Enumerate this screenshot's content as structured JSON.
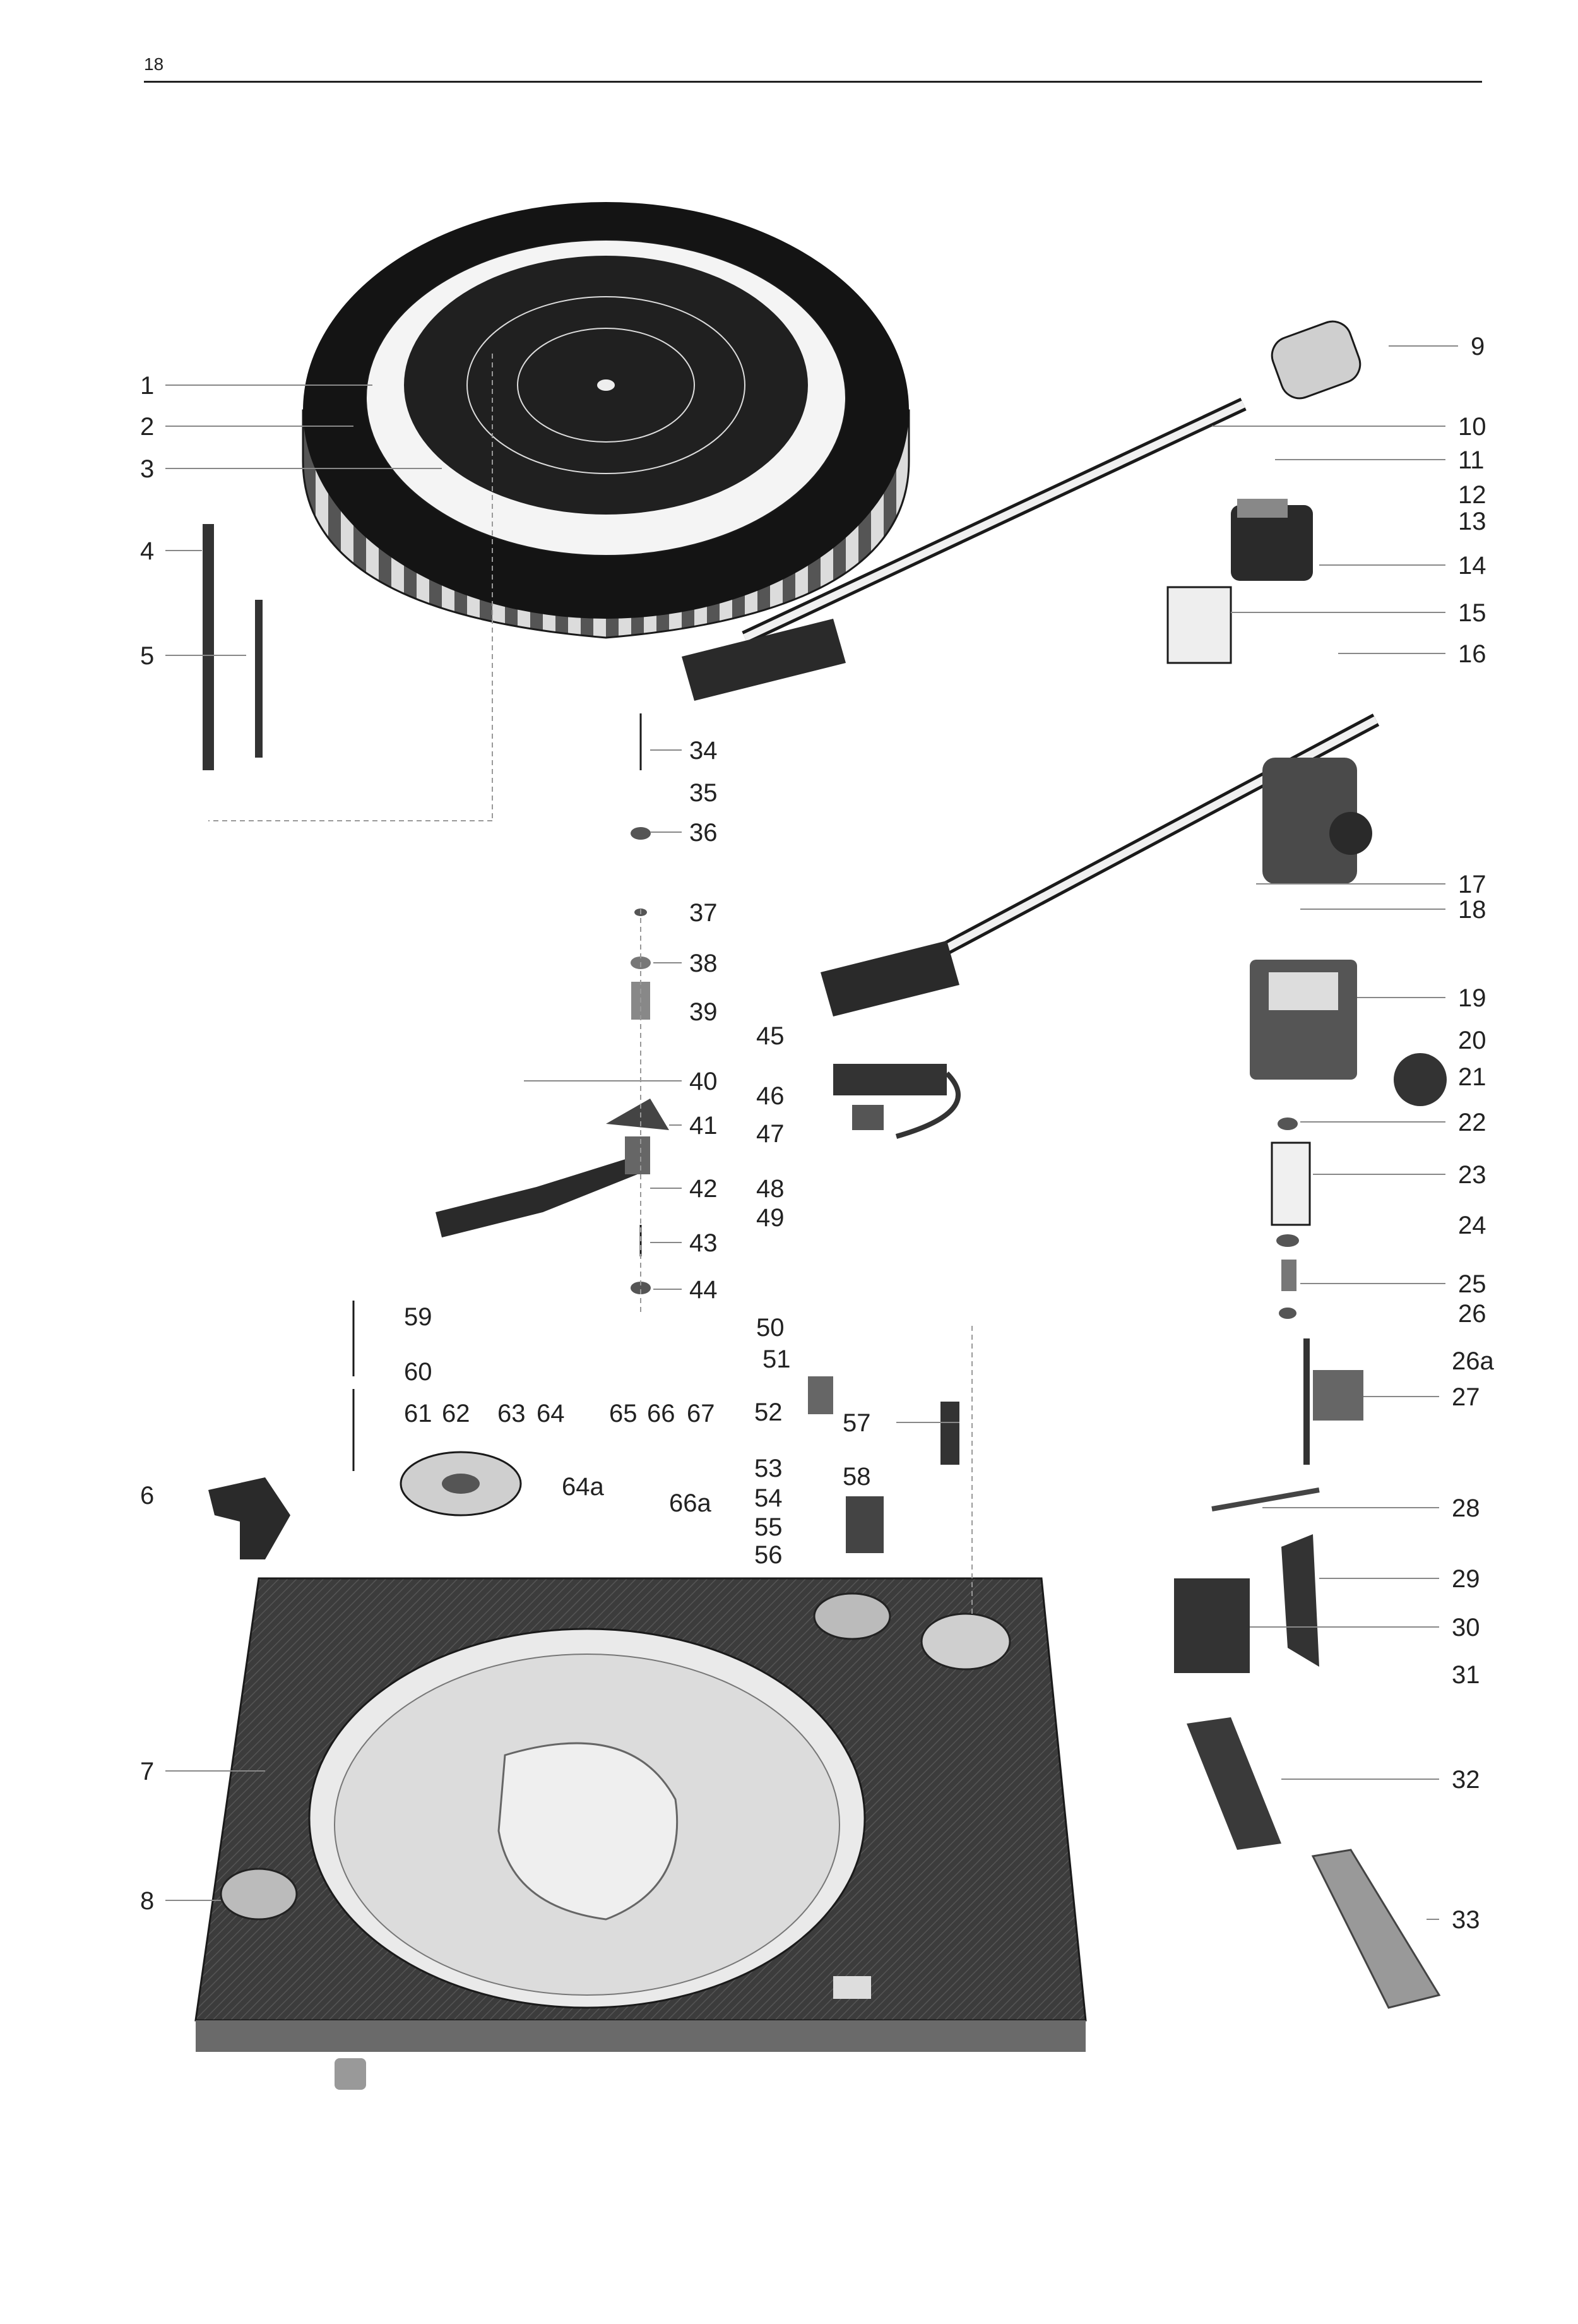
{
  "page": {
    "number": "18"
  },
  "diagram": {
    "labels": [
      "1",
      "2",
      "3",
      "4",
      "5",
      "6",
      "7",
      "8",
      "9",
      "10",
      "11",
      "12",
      "13",
      "14",
      "15",
      "16",
      "17",
      "18",
      "19",
      "20",
      "21",
      "22",
      "23",
      "24",
      "25",
      "26",
      "26a",
      "27",
      "28",
      "29",
      "30",
      "31",
      "32",
      "33",
      "34",
      "35",
      "36",
      "37",
      "38",
      "39",
      "40",
      "41",
      "42",
      "43",
      "44",
      "45",
      "46",
      "47",
      "48",
      "49",
      "50",
      "51",
      "52",
      "53",
      "54",
      "55",
      "56",
      "57",
      "58",
      "59",
      "60",
      "61",
      "62",
      "63",
      "64",
      "64a",
      "65",
      "66",
      "66a",
      "67"
    ]
  },
  "colors": {
    "ink": "#1a1a1a",
    "plinth": "#3a3a3a",
    "leader": "#888888",
    "paper": "#ffffff"
  }
}
